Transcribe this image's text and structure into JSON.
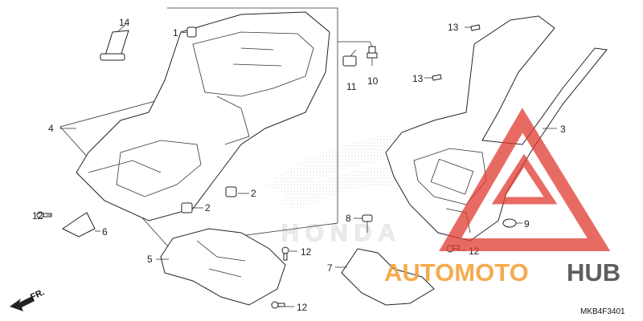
{
  "diagram": {
    "callouts": {
      "c1": "1",
      "c2a": "2",
      "c2b": "2",
      "c3": "3",
      "c4": "4",
      "c5": "5",
      "c6": "6",
      "c7": "7",
      "c8": "8",
      "c9": "9",
      "c10": "10",
      "c11": "11",
      "c12a": "12",
      "c12b": "12",
      "c12c": "12",
      "c12d": "12",
      "c13a": "13",
      "c13b": "13",
      "c14": "14"
    },
    "fr_label": "FR.",
    "diagram_code": "MKB4F3401",
    "watermark_behind": "HONDA",
    "watermark": {
      "part1": "AUTOMOTO",
      "part2": "HUB"
    },
    "colors": {
      "watermark_red": "#e03a2f",
      "watermark_orange": "#f4a23c",
      "watermark_gray": "#4d4d4d",
      "line": "#333333"
    }
  }
}
